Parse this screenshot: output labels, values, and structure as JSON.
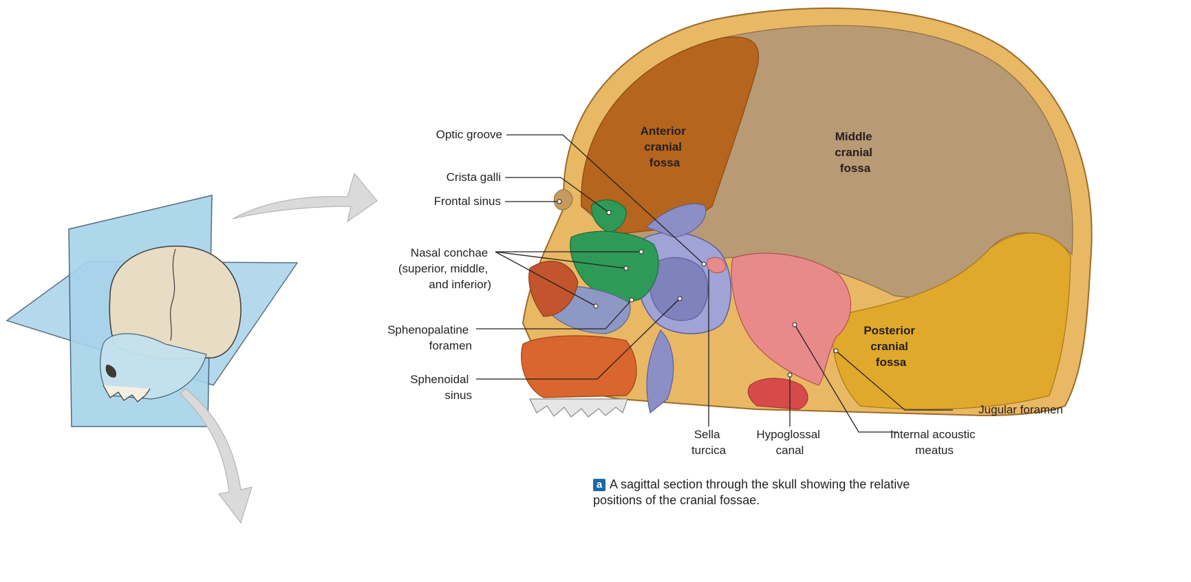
{
  "labels": {
    "optic_groove": "Optic groove",
    "crista_galli": "Crista galli",
    "frontal_sinus": "Frontal sinus",
    "nasal_conchae": [
      "Nasal conchae",
      "(superior, middle,",
      "and inferior)"
    ],
    "sphenopalatine_foramen": [
      "Sphenopalatine",
      "foramen"
    ],
    "sphenoidal_sinus": [
      "Sphenoidal",
      "sinus"
    ],
    "sella_turcica": [
      "Sella",
      "turcica"
    ],
    "hypoglossal_canal": [
      "Hypoglossal",
      "canal"
    ],
    "internal_acoustic_meatus": [
      "Internal acoustic",
      "meatus"
    ],
    "jugular_foramen": "Jugular foramen"
  },
  "regions": {
    "anterior_cranial_fossa": [
      "Anterior",
      "cranial",
      "fossa"
    ],
    "middle_cranial_fossa": [
      "Middle",
      "cranial",
      "fossa"
    ],
    "posterior_cranial_fossa": [
      "Posterior",
      "cranial",
      "fossa"
    ]
  },
  "caption": {
    "badge": "a",
    "text": "A sagittal section through the skull showing the relative positions of the cranial fossae."
  },
  "colors": {
    "anterior_fossa": "#b5651d",
    "middle_fossa": "#b89a74",
    "posterior_fossa": "#e0a92b",
    "bone_rim": "#e9b864",
    "sphenoid": "#8c8fc6",
    "ethmoid_green": "#2f9a57",
    "temporal_pink": "#e98a8a",
    "maxilla_orange": "#d9662e",
    "plane_blue": "#a7d3ea",
    "arrow_gray": "#dadada",
    "caption_badge": "#1b6aa5"
  }
}
